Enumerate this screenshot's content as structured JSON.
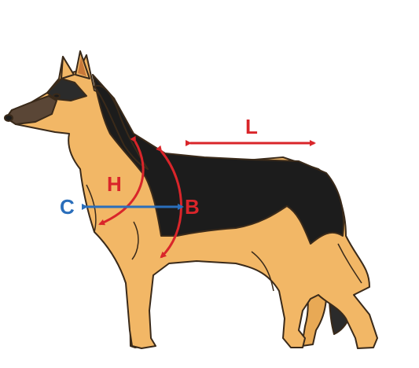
{
  "labels": {
    "length": {
      "text": "L",
      "color": "#d9252a"
    },
    "neck_height": {
      "text": "H",
      "color": "#d9252a"
    },
    "body": {
      "text": "B",
      "color": "#d9252a"
    },
    "chest": {
      "text": "C",
      "color": "#2a6ebb"
    }
  },
  "colors": {
    "coat_tan": "#f2b766",
    "saddle_black": "#1c1c1c",
    "outline": "#3a2a1a",
    "muzzle": "#5a4636",
    "measure_red": "#d9252a",
    "measure_blue": "#2a6ebb",
    "ear_inner": "#c8793a"
  }
}
